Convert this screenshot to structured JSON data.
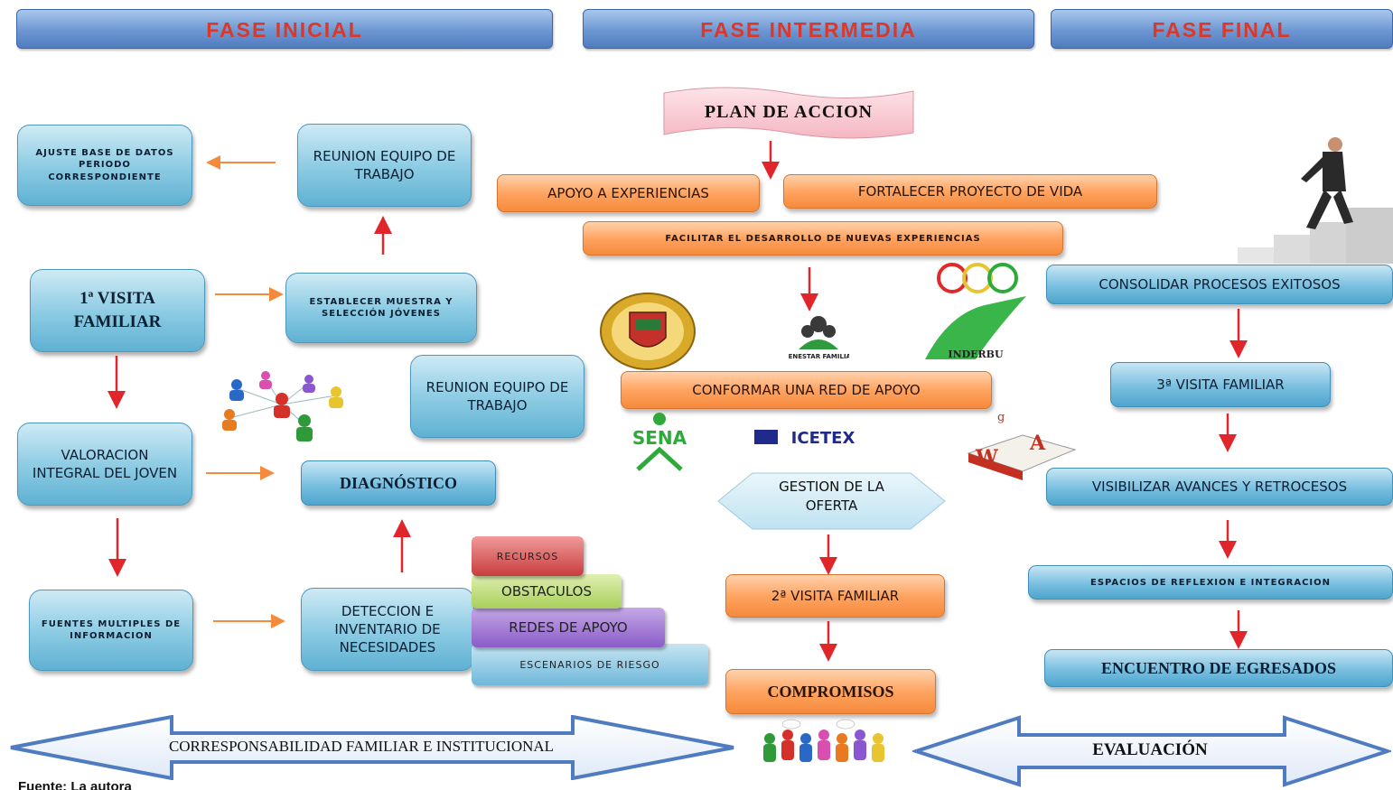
{
  "phases": {
    "initial": "FASE  INICIAL",
    "intermediate": "FASE  INTERMEDIA",
    "final": "FASE  FINAL"
  },
  "initial": {
    "ajuste": "AJUSTE BASE DE DATOS PERIODO CORRESPONDIENTE",
    "reunion_top": "REUNION EQUIPO DE TRABAJO",
    "visita1": "1ª VISITA FAMILIAR",
    "establecer": "ESTABLECER MUESTRA Y SELECCIÓN JÓVENES",
    "reunion_mid": "REUNION EQUIPO DE TRABAJO",
    "valoracion": "VALORACION INTEGRAL DEL JOVEN",
    "diagnostico": "DIAGNÓSTICO",
    "fuentes": "FUENTES MULTIPLES DE INFORMACION",
    "deteccion": "DETECCION E INVENTARIO DE NECESIDADES",
    "stack": [
      "RECURSOS",
      "OBSTACULOS",
      "REDES DE APOYO",
      "ESCENARIOS DE RIESGO"
    ]
  },
  "intermediate": {
    "plan": "PLAN  DE  ACCION",
    "apoyo": "APOYO  A EXPERIENCIAS",
    "fortalecer": "FORTALECER  PROYECTO  DE  VIDA",
    "facilitar": "FACILITAR  EL DESARROLLO DE NUEVAS EXPERIENCIAS",
    "red": "CONFORMAR UNA  RED  DE  APOYO",
    "gestion": "GESTION DE LA OFERTA",
    "visita2": "2ª VISITA FAMILIAR",
    "compromisos": "COMPROMISOS",
    "logos": {
      "bienestar": "BIENESTAR FAMILIAR",
      "inderbu": "INDERBU",
      "sena": "SENA",
      "icetex": "ICETEX"
    }
  },
  "final": {
    "consolidar": "CONSOLIDAR PROCESOS EXITOSOS",
    "visita3": "3ª VISITA FAMILIAR",
    "visibilizar": "VISIBILIZAR AVANCES Y RETROCESOS",
    "espacios": "ESPACIOS DE REFLEXION E INTEGRACION",
    "encuentro": "ENCUENTRO DE EGRESADOS"
  },
  "bottom": {
    "corresponsabilidad": "CORRESPONSABILIDAD  FAMILIAR  E INSTITUCIONAL",
    "evaluacion": "EVALUACIÓN",
    "fuente": "Fuente: La autora"
  },
  "colors": {
    "phase_text": "#d9382a",
    "arrow_orange": "#f58a3c",
    "arrow_red": "#e0262a",
    "box_blue": "#8fcde4",
    "orange_box": "#ffa461"
  }
}
